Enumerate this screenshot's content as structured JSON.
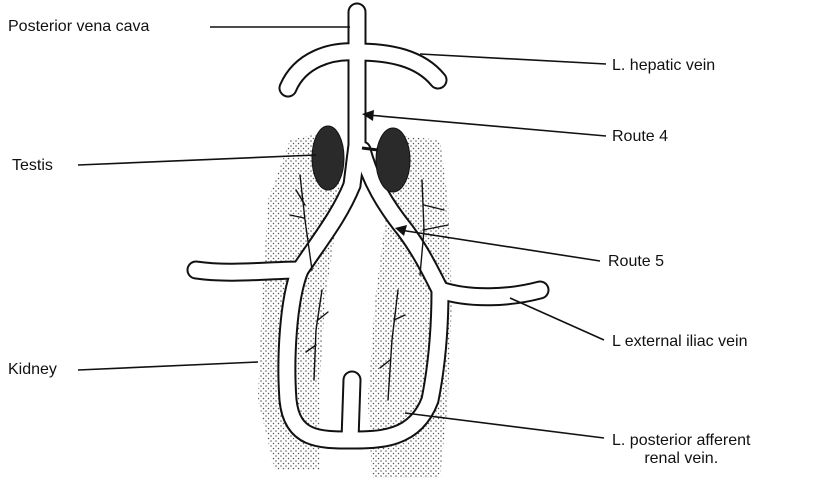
{
  "labels": {
    "posterior_vena_cava": "Posterior vena cava",
    "l_hepatic_vein": "L. hepatic vein",
    "route_4": "Route 4",
    "testis": "Testis",
    "route_5": "Route 5",
    "l_external_iliac_vein": "L external iliac vein",
    "kidney": "Kidney",
    "l_posterior_afferent_renal_vein_line1": "L. posterior afferent",
    "l_posterior_afferent_renal_vein_line2": "renal vein."
  },
  "colors": {
    "ink": "#111111",
    "vein_fill": "#ffffff",
    "testis_fill": "#2a2a2a",
    "kidney_stipple": "#555555"
  }
}
